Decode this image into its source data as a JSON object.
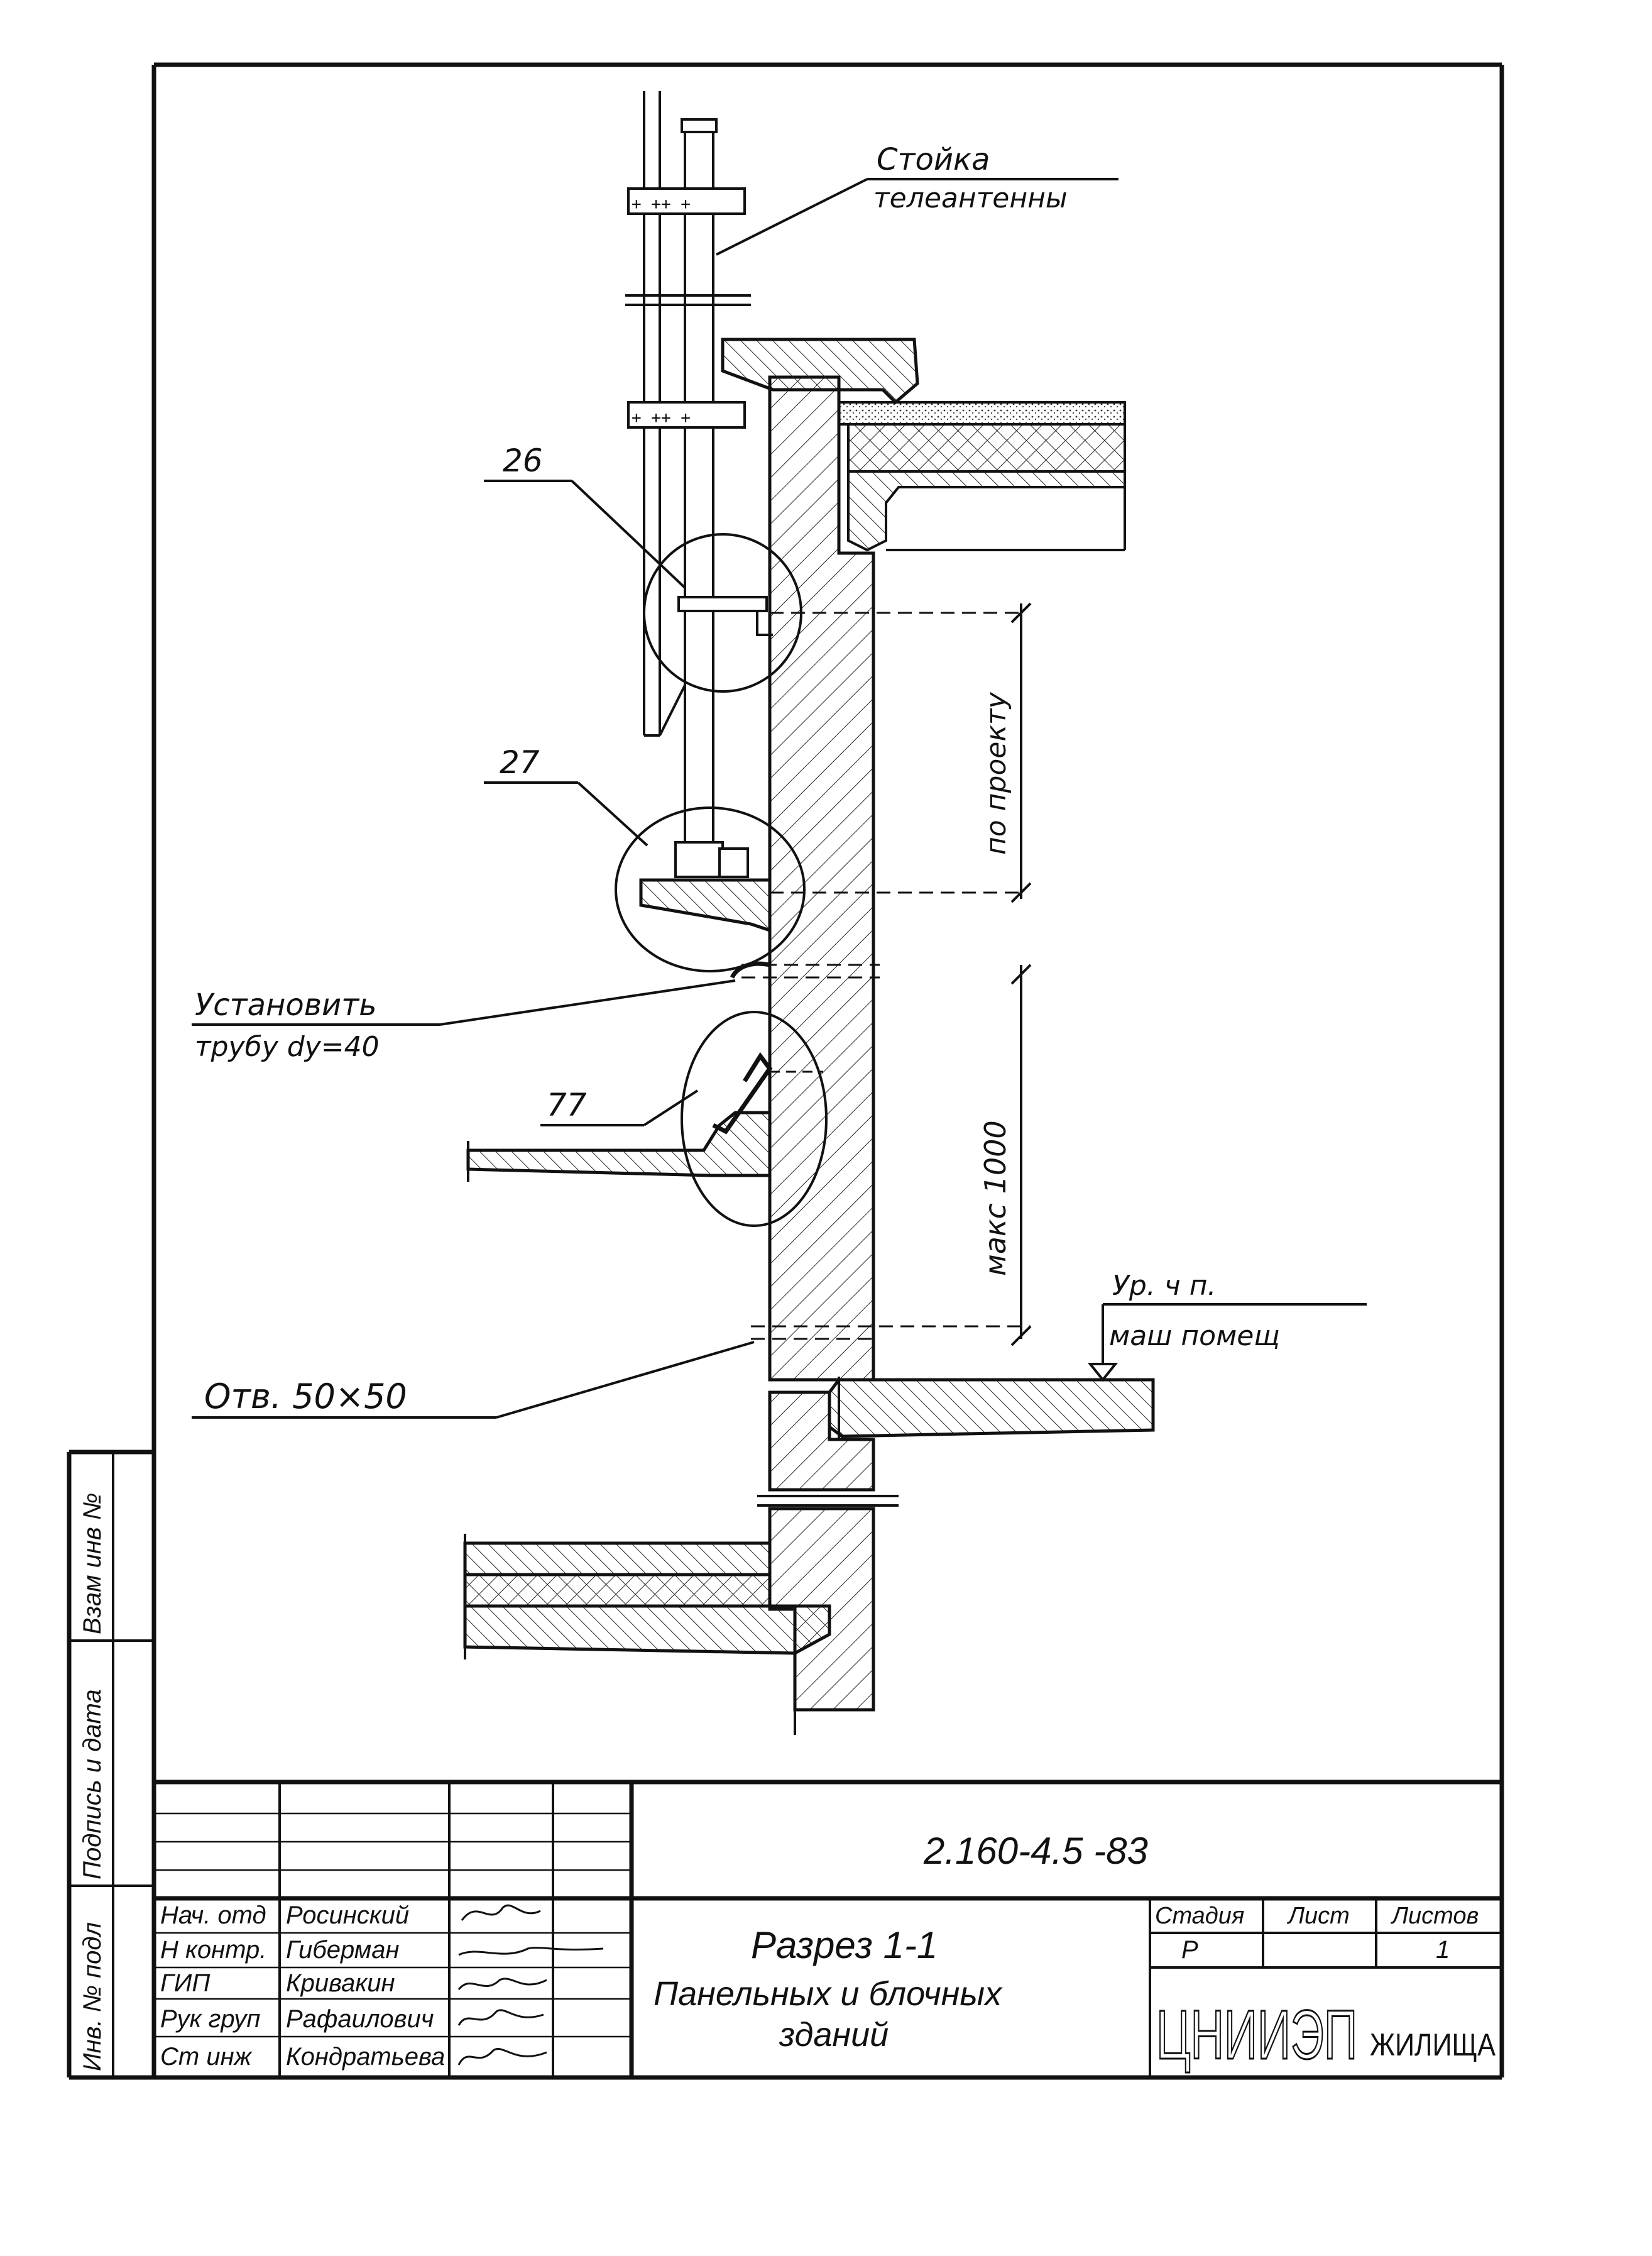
{
  "labels": {
    "antenna_mast_line1": "Стойка",
    "antenna_mast_line2": "телеантенны",
    "callout_26": "26",
    "callout_27": "27",
    "callout_77": "77",
    "install_pipe_line1": "Установить",
    "install_pipe_line2": "трубу dу=40",
    "opening": "Отв. 50×50",
    "dim_by_project": "по проекту",
    "dim_max_1000": "макс 1000",
    "level_line1": "Ур. ч п.",
    "level_line2": "маш помещ"
  },
  "side_stamp": {
    "field1": "Взам инв №",
    "field2": "Подпись и дата",
    "field3": "Инв. № подл"
  },
  "title_block": {
    "doc_code": "2.160-4.5 -83",
    "rows": [
      {
        "role": "Нач. отд",
        "name": "Росинский"
      },
      {
        "role": "Н контр.",
        "name": "Гиберман"
      },
      {
        "role": "ГИП",
        "name": "Кривакин"
      },
      {
        "role": "Рук груп",
        "name": "Рафаилович"
      },
      {
        "role": "Ст инж",
        "name": "Кондратьева"
      }
    ],
    "title_line1": "Разрез 1-1",
    "title_line2": "Панельных и блочных",
    "title_line3": "зданий",
    "stage_header": "Стадия",
    "sheet_header": "Лист",
    "sheets_header": "Листов",
    "stage_value": "Р",
    "sheet_value": "",
    "sheets_value": "1",
    "org_abbr": "ЦНИИЭП",
    "org_word": "ЖИЛИЩА"
  },
  "colors": {
    "ink": "#111111",
    "paper": "#ffffff"
  }
}
